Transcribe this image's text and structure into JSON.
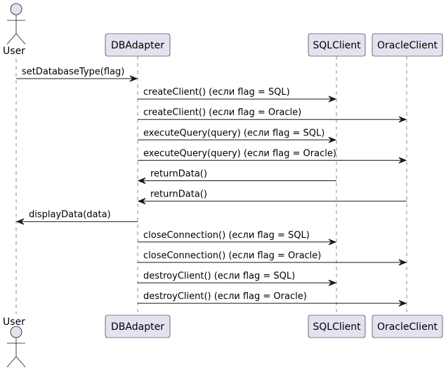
{
  "colors": {
    "participant_fill": "#E2E2F0",
    "participant_stroke": "#181818",
    "lifeline": "#181818",
    "arrow": "#181818"
  },
  "participants": [
    {
      "id": "user",
      "label": "User",
      "kind": "actor"
    },
    {
      "id": "dbadapter",
      "label": "DBAdapter",
      "kind": "participant"
    },
    {
      "id": "sqlclient",
      "label": "SQLClient",
      "kind": "participant"
    },
    {
      "id": "oracleclient",
      "label": "OracleClient",
      "kind": "participant"
    }
  ],
  "messages": [
    {
      "from": "user",
      "to": "dbadapter",
      "text": "setDatabaseType(flag)"
    },
    {
      "from": "dbadapter",
      "to": "sqlclient",
      "text": "createClient() (если flag = SQL)"
    },
    {
      "from": "dbadapter",
      "to": "oracleclient",
      "text": "createClient() (если flag = Oracle)"
    },
    {
      "from": "dbadapter",
      "to": "sqlclient",
      "text": "executeQuery(query) (если flag = SQL)"
    },
    {
      "from": "dbadapter",
      "to": "oracleclient",
      "text": "executeQuery(query) (если flag = Oracle)"
    },
    {
      "from": "sqlclient",
      "to": "dbadapter",
      "text": "returnData()"
    },
    {
      "from": "oracleclient",
      "to": "dbadapter",
      "text": "returnData()"
    },
    {
      "from": "dbadapter",
      "to": "user",
      "text": "displayData(data)"
    },
    {
      "from": "dbadapter",
      "to": "sqlclient",
      "text": "closeConnection() (если flag = SQL)"
    },
    {
      "from": "dbadapter",
      "to": "oracleclient",
      "text": "closeConnection() (если flag = Oracle)"
    },
    {
      "from": "dbadapter",
      "to": "sqlclient",
      "text": "destroyClient() (если flag = SQL)"
    },
    {
      "from": "dbadapter",
      "to": "oracleclient",
      "text": "destroyClient() (если flag = Oracle)"
    }
  ]
}
